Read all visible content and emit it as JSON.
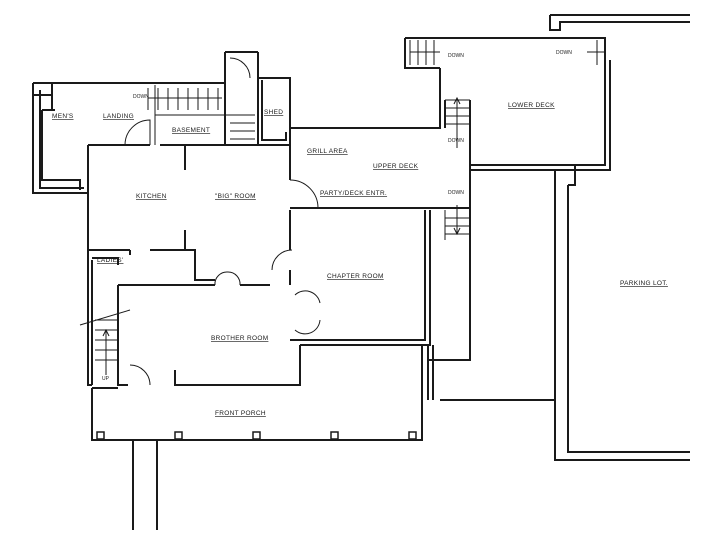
{
  "rooms": {
    "mens": "MEN'S",
    "landing": "LANDING",
    "basement": "BASEMENT",
    "shed": "SHED",
    "grill_area": "GRILL AREA",
    "upper_deck": "UPPER DECK",
    "party_deck_entr": "PARTY/DECK ENTR.",
    "kitchen": "KITCHEN",
    "big_room": "\"BIG\" ROOM",
    "ladies": "LADIES'",
    "chapter_room": "CHAPTER ROOM",
    "brother_room": "BROTHER ROOM",
    "front_porch": "FRONT PORCH",
    "lower_deck": "LOWER DECK",
    "parking_lot": "PARKING LOT."
  },
  "stair_labels": {
    "basement_down": "DOWN",
    "lower_deck_down_left": "DOWN",
    "lower_deck_down_right": "DOWN",
    "upper_deck_down_1": "DOWN",
    "upper_deck_down_2": "DOWN",
    "front_up": "UP"
  }
}
